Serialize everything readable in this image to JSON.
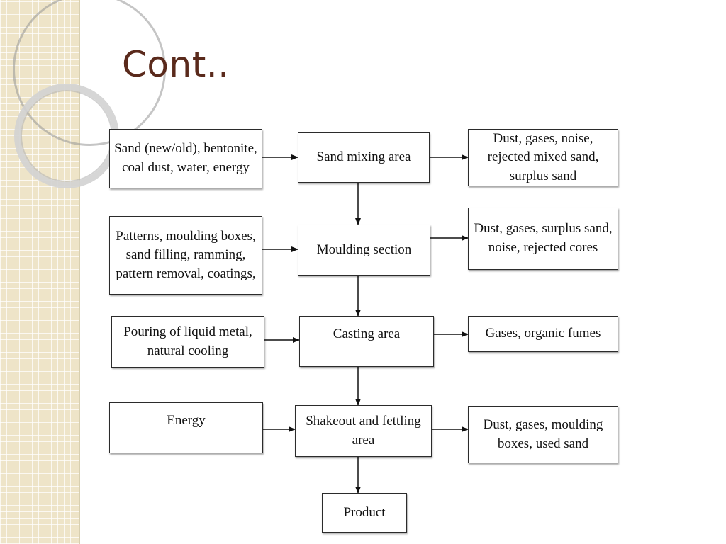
{
  "slide": {
    "title": "Cont.."
  },
  "flow": {
    "inputs": [
      "Sand (new/old), bentonite, coal dust, water, energy",
      "Patterns, moulding boxes, sand filling, ramming, pattern removal, coatings,",
      "Pouring of liquid metal, natural cooling",
      "Energy"
    ],
    "processes": [
      "Sand mixing area",
      "Moulding section",
      "Casting area",
      "Shakeout and fettling area"
    ],
    "outputs": [
      "Dust, gases, noise, rejected mixed sand, surplus sand",
      "Dust, gases, surplus sand, noise, rejected cores",
      "Gases, organic fumes",
      "Dust, gases, moulding boxes, used sand"
    ],
    "product": "Product"
  },
  "colors": {
    "title": "#5a2a1c",
    "strip": "#eee4c8",
    "stroke": "#2b2b2b"
  }
}
